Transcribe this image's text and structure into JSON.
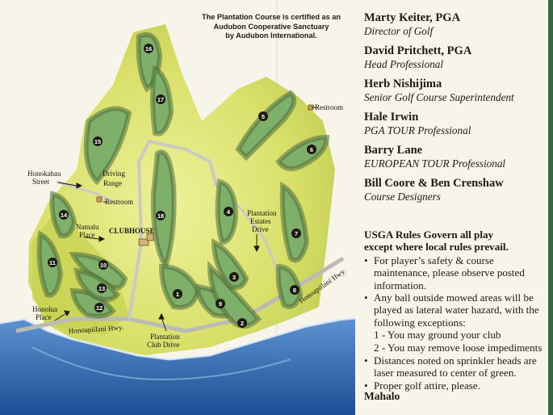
{
  "certification": [
    "The Plantation Course is certified as an",
    "Audubon Cooperative Sanctuary",
    "by Audubon International."
  ],
  "staff": [
    {
      "name": "Marty Keiter, PGA",
      "title": "Director of Golf"
    },
    {
      "name": "David Pritchett, PGA",
      "title": "Head Professional"
    },
    {
      "name": "Herb Nishijima",
      "title": "Senior Golf Course Superintendent"
    },
    {
      "name": "Hale Irwin",
      "title": "PGA TOUR Professional"
    },
    {
      "name": "Barry Lane",
      "title": "EUROPEAN TOUR Professional"
    },
    {
      "name": "Bill Coore & Ben Crenshaw",
      "title": "Course Designers"
    }
  ],
  "rules": {
    "heading_line1": "USGA Rules Govern all play",
    "heading_line2": "except where local rules prevail.",
    "items": [
      "For player’s safety & course maintenance, please observe posted information.",
      "Any ball outside mowed areas will be played as lateral water hazard, with the following exceptions:",
      "Distances noted on sprinkler heads are laser measured to center of green.",
      "Proper golf attire, please."
    ],
    "exceptions": [
      "1 - You may ground your club",
      "2 - You may remove loose impediments"
    ]
  },
  "closing": "Mahalo",
  "map": {
    "labels": {
      "clubhouse": "CLUBHOUSE",
      "driving_range_1": "Driving",
      "driving_range_2": "Range",
      "restroom_1": "Restroom",
      "restroom_2": "Restroom",
      "honokahau_1": "Honokahau",
      "honokahau_2": "Street",
      "namalu_1": "Namalu",
      "namalu_2": "Place",
      "honolua_1": "Honolua",
      "honolua_2": "Place",
      "hwy_bottom": "Honoapiilani Hwy.",
      "hwy_right": "Honoapiilani Hwy.",
      "plantation_club_1": "Plantation",
      "plantation_club_2": "Club Drive",
      "estates_1": "Plantation",
      "estates_2": "Estates",
      "estates_3": "Drive"
    },
    "holes": [
      "1",
      "2",
      "3",
      "4",
      "5",
      "6",
      "7",
      "8",
      "9",
      "10",
      "11",
      "12",
      "13",
      "14",
      "15",
      "16",
      "17",
      "18"
    ],
    "colors": {
      "ocean": "#1f5fa8",
      "rough": "#c9d64a",
      "fairway": "#7fb069",
      "trees": "#4f6e3a",
      "road": "#b9bbb4"
    }
  }
}
